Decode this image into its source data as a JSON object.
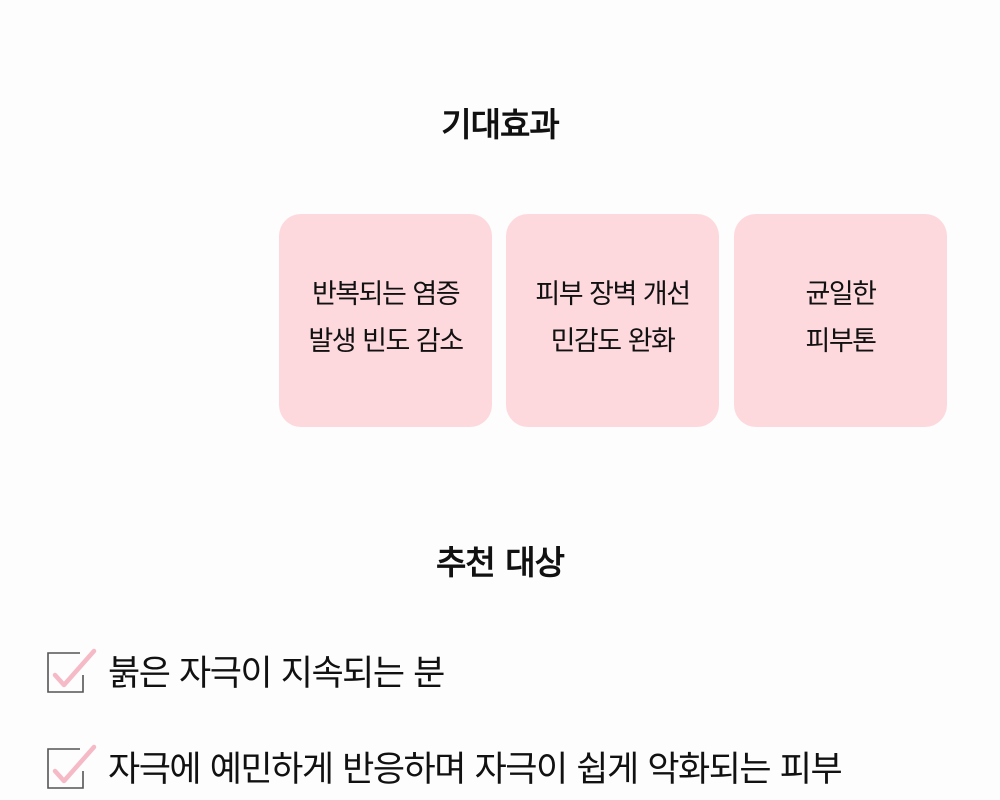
{
  "sections": {
    "effects": {
      "title": "기대효과",
      "cards": [
        {
          "line1": "반복되는 염증",
          "line2": "발생 빈도 감소"
        },
        {
          "line1": "피부 장벽 개선",
          "line2": "민감도 완화"
        },
        {
          "line1": "균일한",
          "line2": "피부톤"
        }
      ],
      "card_color": "#fdd9de"
    },
    "recommended": {
      "title": "추천 대상",
      "items": [
        {
          "text": "붉은 자극이 지속되는 분",
          "icon": "checkbox-checked-icon"
        },
        {
          "text": "자극에 예민하게 반응하며 자극이 쉽게 악화되는 피부",
          "icon": "checkbox-checked-icon"
        }
      ],
      "check_color": "#f6b9c6"
    }
  }
}
